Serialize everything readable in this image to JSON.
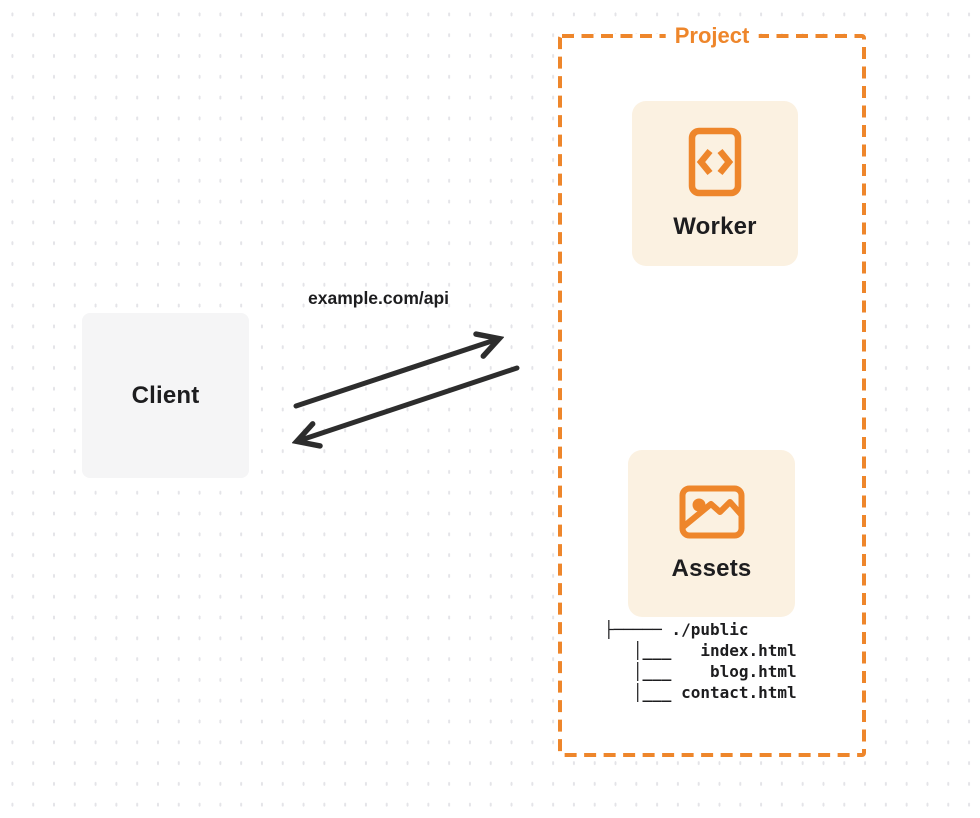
{
  "colors": {
    "accent": "#EE862B",
    "card_bg": "#FBF1E1",
    "client_bg": "#F5F5F6",
    "panel_bg": "#FFFFFF",
    "text": "#1D1D1F",
    "arrow": "#2D2D2D",
    "dot": "#E4E4E8"
  },
  "client": {
    "label": "Client"
  },
  "request": {
    "label": "example.com/api"
  },
  "project": {
    "label": "Project",
    "worker": {
      "label": "Worker",
      "icon": "code-document-icon"
    },
    "assets": {
      "label": "Assets",
      "icon": "image-icon"
    },
    "file_tree": {
      "lines": [
        "├───── ./public",
        "   │___   index.html",
        "   │___    blog.html",
        "   │___ contact.html"
      ]
    }
  }
}
